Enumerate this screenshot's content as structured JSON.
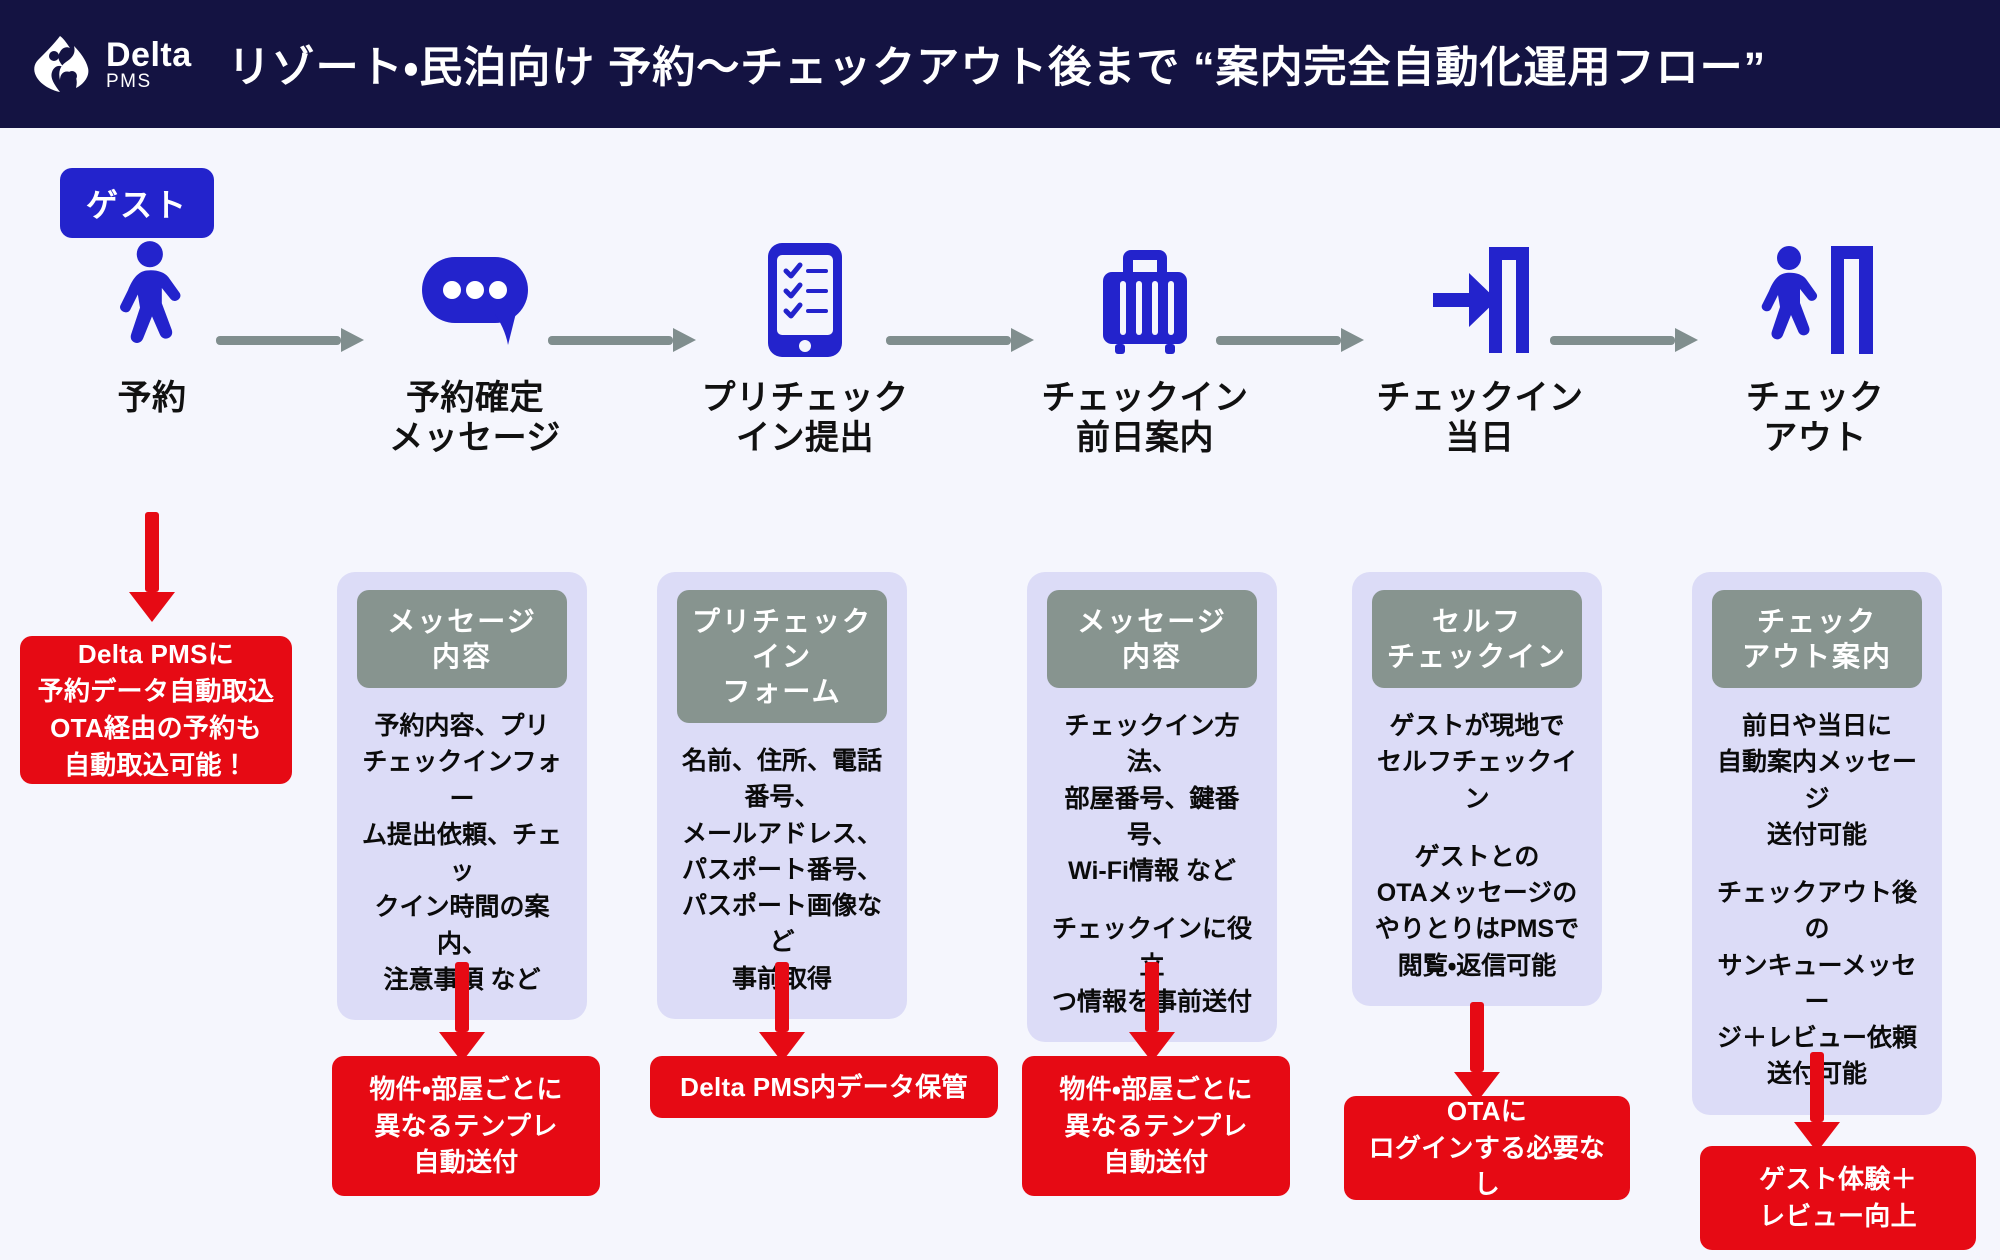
{
  "header": {
    "logo_name": "Delta",
    "logo_sub": "PMS",
    "logo_icon": "delta-pms-logo-icon",
    "title": "リゾート・民泊向け 予約〜チェックアウト後まで “案内完全自動化運用フロー”"
  },
  "guest_badge": {
    "label": "ゲスト"
  },
  "colors": {
    "header_bg": "#141342",
    "page_bg": "#f5f6fd",
    "brand_blue": "#2323cc",
    "accent_red": "#e60a14",
    "card_bg": "#dcdcf7",
    "card_head_bg": "#87948f",
    "arrow_gray": "#808e8e"
  },
  "steps": [
    {
      "icon": "walking-person-icon",
      "label": "予約"
    },
    {
      "icon": "chat-bubble-icon",
      "label": "予約確定\nメッセージ"
    },
    {
      "icon": "mobile-checklist-icon",
      "label": "プリチェック\nイン提出"
    },
    {
      "icon": "suitcase-icon",
      "label": "チェックイン\n前日案内"
    },
    {
      "icon": "door-enter-icon",
      "label": "チェックイン\n当日"
    },
    {
      "icon": "door-exit-person-icon",
      "label": "チェック\nアウト"
    }
  ],
  "cards": [
    {
      "head": "メッセージ\n内容",
      "paragraphs": [
        "予約内容、プリ\nチェックインフォー\nム提出依頼、チェッ\nクイン時間の案内、\n注意事項 など"
      ]
    },
    {
      "head": "プリチェックイン\nフォーム",
      "paragraphs": [
        "名前、住所、電話番号、\nメールアドレス、\nパスポート番号、\nパスポート画像など\n事前取得"
      ]
    },
    {
      "head": "メッセージ\n内容",
      "paragraphs": [
        "チェックイン方法、\n部屋番号、鍵番号、\nWi-Fi情報 など",
        "チェックインに役立\nつ情報を事前送付"
      ]
    },
    {
      "head": "セルフ\nチェックイン",
      "paragraphs": [
        "ゲストが現地で\nセルフチェックイン",
        "ゲストとの\nOTAメッセージの\nやりとりはPMSで\n閲覧・返信可能"
      ]
    },
    {
      "head": "チェック\nアウト案内",
      "paragraphs": [
        "前日や当日に\n自動案内メッセージ\n送付可能",
        "チェックアウト後の\nサンキューメッセー\nジ＋レビュー依頼\n送付可能"
      ]
    }
  ],
  "red_boxes": [
    {
      "name": "reservation-auto-import-box",
      "text": "Delta PMSに\n予約データ自動取込\nOTA経由の予約も\n自動取込可能！"
    },
    {
      "name": "template-auto-send-box-1",
      "text": "物件・部屋ごとに\n異なるテンプレ\n自動送付"
    },
    {
      "name": "data-storage-box",
      "text": "Delta PMS内データ保管"
    },
    {
      "name": "template-auto-send-box-2",
      "text": "物件・部屋ごとに\n異なるテンプレ\n自動送付"
    },
    {
      "name": "no-ota-login-box",
      "text": "OTAに\nログインする必要なし"
    },
    {
      "name": "guest-experience-box",
      "text": "ゲスト体験＋\nレビュー向上"
    }
  ]
}
